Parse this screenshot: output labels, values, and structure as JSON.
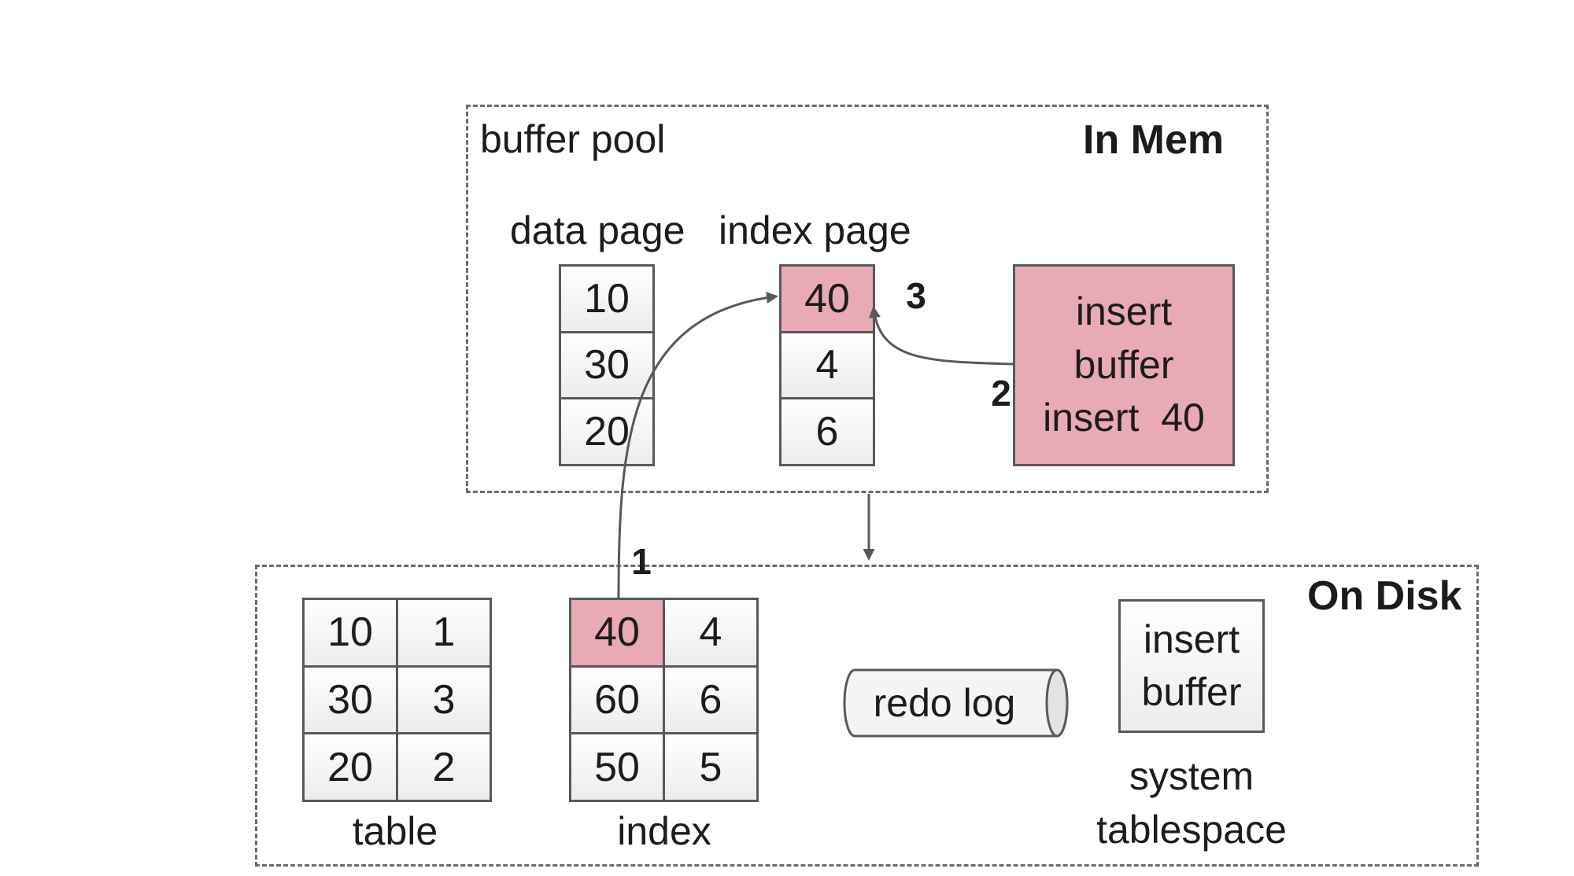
{
  "in_mem": {
    "region_label": "In Mem",
    "buffer_pool_label": "buffer pool",
    "data_page": {
      "label": "data page",
      "values": [
        "10",
        "30",
        "20"
      ]
    },
    "index_page": {
      "label": "index page",
      "values": [
        "40",
        "4",
        "6"
      ],
      "highlighted_index": 0
    },
    "insert_buffer": {
      "lines": [
        "insert",
        "buffer",
        "insert  40"
      ]
    }
  },
  "on_disk": {
    "region_label": "On Disk",
    "table": {
      "label": "table",
      "rows": [
        [
          "10",
          "1"
        ],
        [
          "30",
          "3"
        ],
        [
          "20",
          "2"
        ]
      ]
    },
    "index": {
      "label": "index",
      "rows": [
        [
          "40",
          "4"
        ],
        [
          "60",
          "6"
        ],
        [
          "50",
          "5"
        ]
      ],
      "highlighted": [
        0,
        0
      ]
    },
    "redo_log": {
      "label": "redo log"
    },
    "insert_buffer": {
      "lines": [
        "insert",
        "buffer"
      ]
    },
    "system_tablespace": {
      "lines": [
        "system",
        "tablespace"
      ]
    }
  },
  "steps": [
    "1",
    "2",
    "3"
  ],
  "colors": {
    "highlight": "#e8aab4",
    "border": "#595959",
    "dash": "#6b6b6b",
    "arrow": "#595959"
  }
}
